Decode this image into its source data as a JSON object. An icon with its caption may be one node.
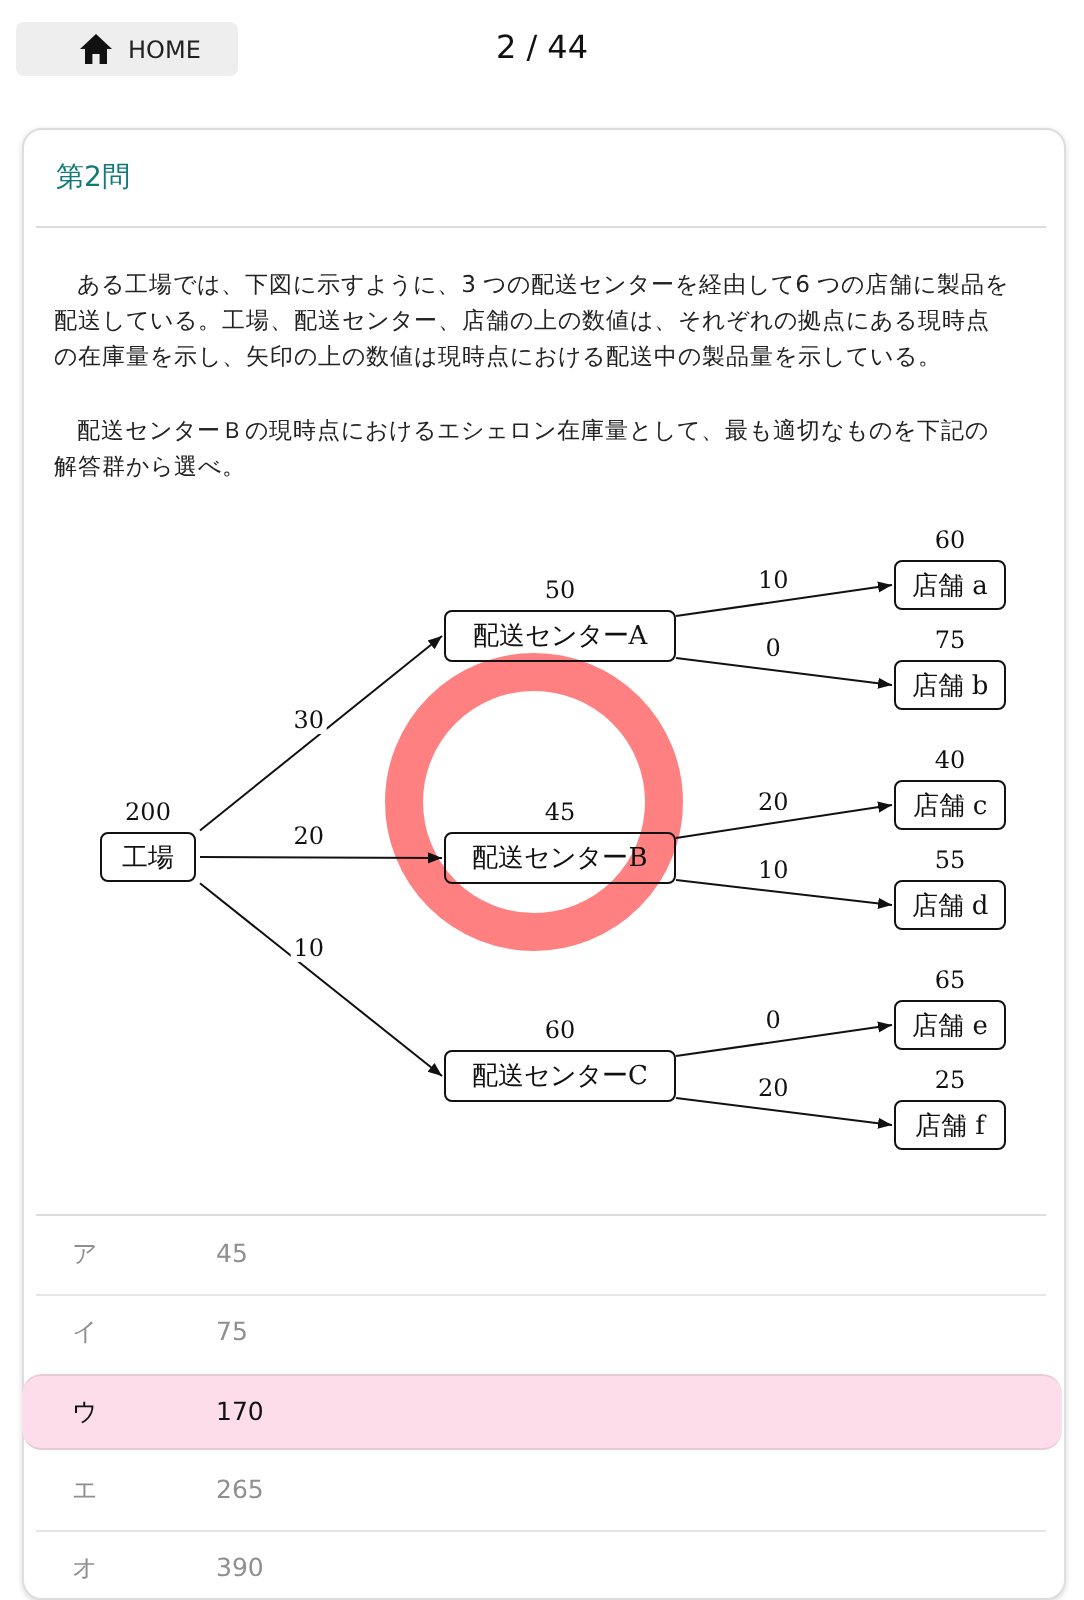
{
  "diagram": {
    "nodes": [
      {
        "text": [
          "工場"
        ],
        "beside": [
          "200"
        ]
      },
      {
        "text": [
          "配送センターA"
        ],
        "beside": [
          "50"
        ]
      },
      {
        "text": [
          "配送センターB"
        ],
        "beside": [
          "45"
        ]
      },
      {
        "text": [
          "配送センターC"
        ],
        "beside": [
          "60"
        ]
      },
      {
        "text": [
          "店舗 a"
        ],
        "beside": [
          "60"
        ]
      },
      {
        "text": [
          "店舗 b"
        ],
        "beside": [
          "75"
        ]
      },
      {
        "text": [
          "店舗 c"
        ],
        "beside": [
          "40"
        ]
      },
      {
        "text": [
          "店舗 d"
        ],
        "beside": [
          "55"
        ]
      },
      {
        "text": [
          "店舗 e"
        ],
        "beside": [
          "65"
        ]
      },
      {
        "text": [
          "店舗 f"
        ],
        "beside": [
          "25"
        ]
      }
    ],
    "edges": [
      {
        "from": 0,
        "to": 1,
        "arrow": "to",
        "label": "30"
      },
      {
        "from": 0,
        "to": 2,
        "arrow": "to",
        "label": "20"
      },
      {
        "from": 0,
        "to": 3,
        "arrow": "to",
        "label": "10"
      },
      {
        "from": 1,
        "to": 4,
        "arrow": "to",
        "label": "10"
      },
      {
        "from": 1,
        "to": 5,
        "arrow": "to",
        "label": "0"
      },
      {
        "from": 2,
        "to": 6,
        "arrow": "to",
        "label": "20"
      },
      {
        "from": 2,
        "to": 7,
        "arrow": "to",
        "label": "10"
      },
      {
        "from": 3,
        "to": 8,
        "arrow": "to",
        "label": "0"
      },
      {
        "from": 3,
        "to": 9,
        "arrow": "to",
        "label": "20"
      }
    ],
    "labels": [
      "HOME",
      "2 / 44",
      "第2問",
      "ある工場では、下図に示すように、3 つの配送センターを経由して6 つの店舗に製品を配送している。工場、配送センター、店舗の上の数値は、それぞれの拠点にある現時点の在庫量を示し、矢印の上の数値は現時点における配送中の製品量を示している。",
      "配送センターＢの現時点におけるエシェロン在庫量として、最も適切なものを下記の解答群から選べ。",
      "ア",
      "45",
      "イ",
      "75",
      "ウ",
      "170",
      "エ",
      "265",
      "オ",
      "390"
    ]
  }
}
